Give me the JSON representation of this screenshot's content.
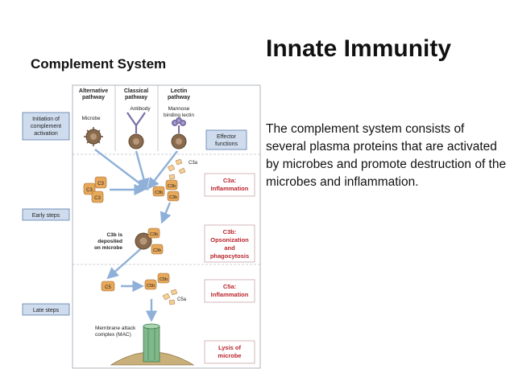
{
  "slide": {
    "title": "Innate Immunity",
    "subtitle": "Complement System",
    "body": "The complement system consists of several plasma proteins that are activated by microbes and promote destruction of the microbes and inflammation."
  },
  "diagram": {
    "pathways": [
      {
        "line1": "Alternative",
        "line2": "pathway"
      },
      {
        "line1": "Classical",
        "line2": "pathway"
      },
      {
        "line1": "Lectin",
        "line2": "pathway"
      }
    ],
    "labels": {
      "microbe": "Microbe",
      "antibody": "Antibody",
      "mannose1": "Mannose",
      "mannose2": "binding lectin",
      "c3b_dep1": "C3b is",
      "c3b_dep2": "deposited",
      "c3b_dep3": "on microbe",
      "mac1": "Membrane attack",
      "mac2": "complex (MAC)"
    },
    "stages": {
      "initiation1": "Initiation of",
      "initiation2": "complement",
      "initiation3": "activation",
      "early": "Early steps",
      "late": "Late steps"
    },
    "effector": {
      "line1": "Effector",
      "line2": "functions"
    },
    "effects": {
      "c3a_1": "C3a:",
      "c3a_2": "Inflammation",
      "c3b_1": "C3b:",
      "c3b_2": "Opsonization",
      "c3b_3": "and",
      "c3b_4": "phagocytosis",
      "c5a_1": "C5a:",
      "c5a_2": "Inflammation",
      "lysis1": "Lysis of",
      "lysis2": "microbe"
    },
    "molecules": {
      "c3": "C3",
      "c3a": "C3a",
      "c3b": "C3b",
      "c5": "C5",
      "c5a": "C5a",
      "c5b": "C5b"
    },
    "colors": {
      "stage_box": "#cfdcee",
      "stage_border": "#5b7aa8",
      "arrow": "#8fb0d8",
      "protein": "#e8a85a",
      "protein_light": "#f4cf98",
      "effect_text": "#b8232b",
      "effect_border": "#c9a6a9"
    }
  }
}
